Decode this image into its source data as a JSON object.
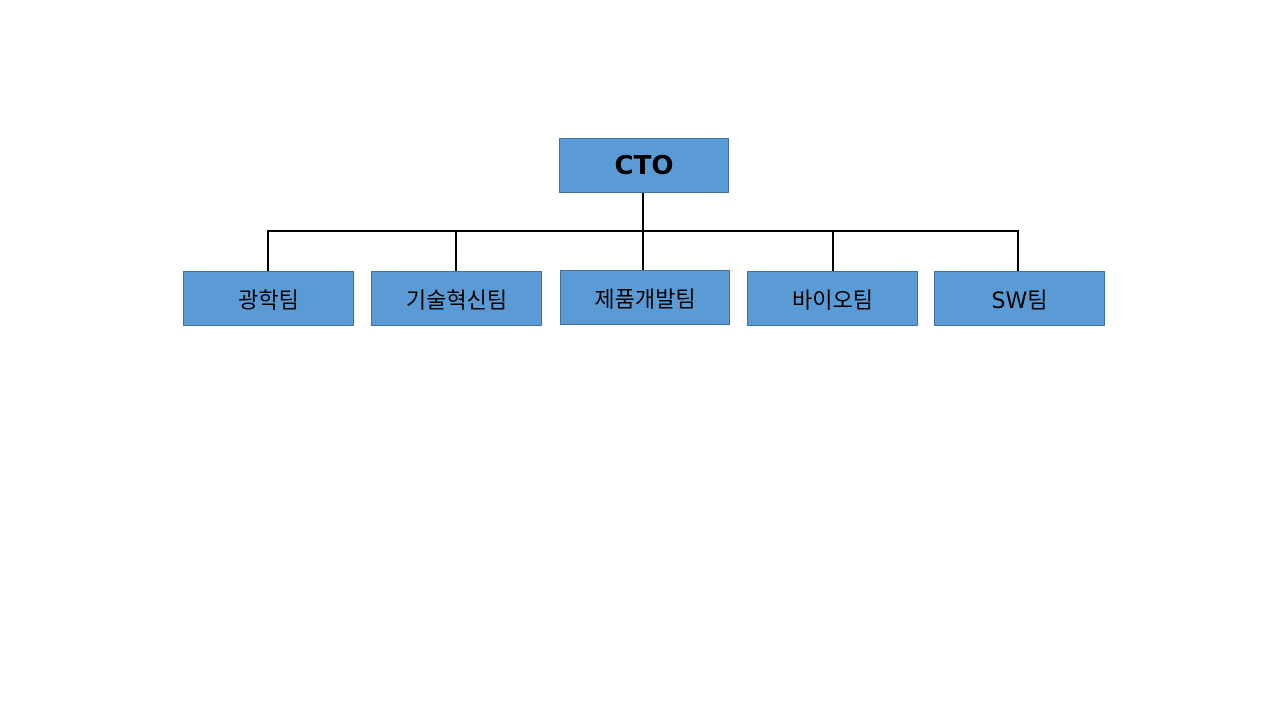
{
  "colors": {
    "node_fill": "#5b9bd5",
    "node_border": "#41719c",
    "connector": "#000000",
    "background": "#ffffff"
  },
  "org_chart": {
    "root": {
      "label": "CTO"
    },
    "teams": [
      {
        "label": "광학팀"
      },
      {
        "label": "기술혁신팀"
      },
      {
        "label": "제품개발팀"
      },
      {
        "label": "바이오팀"
      },
      {
        "label": "SW팀"
      }
    ]
  }
}
